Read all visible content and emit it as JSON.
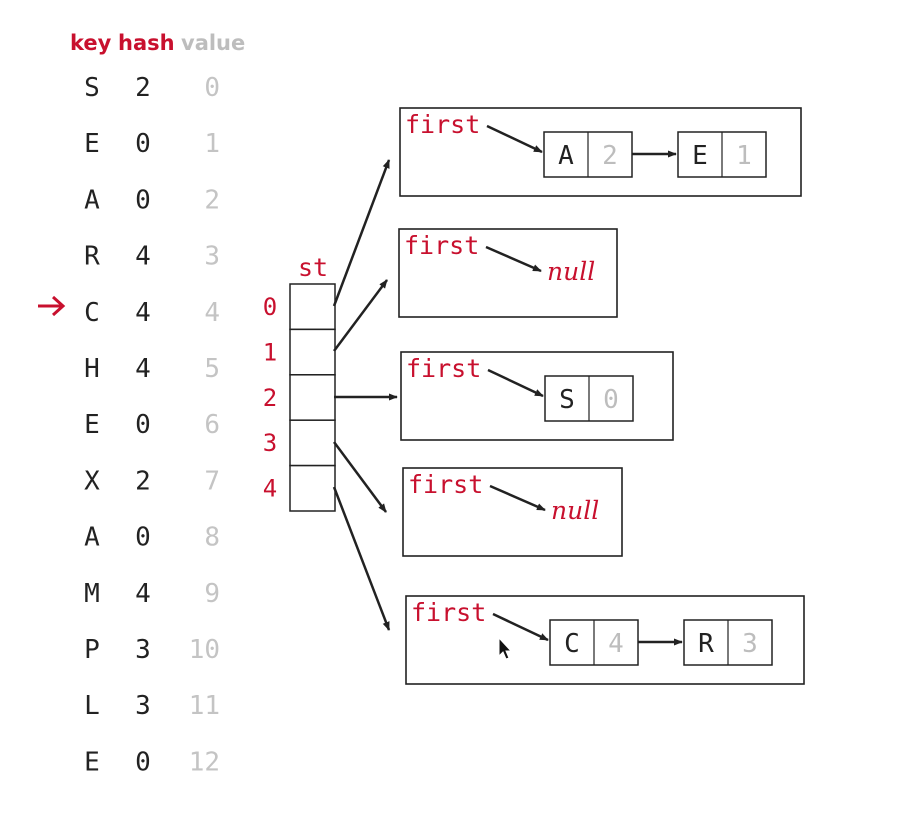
{
  "colors": {
    "accent": "#c8102e",
    "text": "#222222",
    "muted": "#bdbdbd",
    "line": "#222222"
  },
  "headers": {
    "key": "key",
    "hash": "hash",
    "value": "value"
  },
  "rows": [
    {
      "key": "S",
      "hash": "2",
      "value": "0"
    },
    {
      "key": "E",
      "hash": "0",
      "value": "1"
    },
    {
      "key": "A",
      "hash": "0",
      "value": "2"
    },
    {
      "key": "R",
      "hash": "4",
      "value": "3"
    },
    {
      "key": "C",
      "hash": "4",
      "value": "4"
    },
    {
      "key": "H",
      "hash": "4",
      "value": "5"
    },
    {
      "key": "E",
      "hash": "0",
      "value": "6"
    },
    {
      "key": "X",
      "hash": "2",
      "value": "7"
    },
    {
      "key": "A",
      "hash": "0",
      "value": "8"
    },
    {
      "key": "M",
      "hash": "4",
      "value": "9"
    },
    {
      "key": "P",
      "hash": "3",
      "value": "10"
    },
    {
      "key": "L",
      "hash": "3",
      "value": "11"
    },
    {
      "key": "E",
      "hash": "0",
      "value": "12"
    }
  ],
  "current_row_index": 4,
  "table_label": "st",
  "indices": [
    "0",
    "1",
    "2",
    "3",
    "4"
  ],
  "first_label": "first",
  "null_label": "null",
  "chains": [
    {
      "nodes": [
        {
          "key": "A",
          "value": "2"
        },
        {
          "key": "E",
          "value": "1"
        }
      ]
    },
    {
      "nodes": []
    },
    {
      "nodes": [
        {
          "key": "S",
          "value": "0"
        }
      ]
    },
    {
      "nodes": []
    },
    {
      "nodes": [
        {
          "key": "C",
          "value": "4"
        },
        {
          "key": "R",
          "value": "3"
        }
      ]
    }
  ]
}
